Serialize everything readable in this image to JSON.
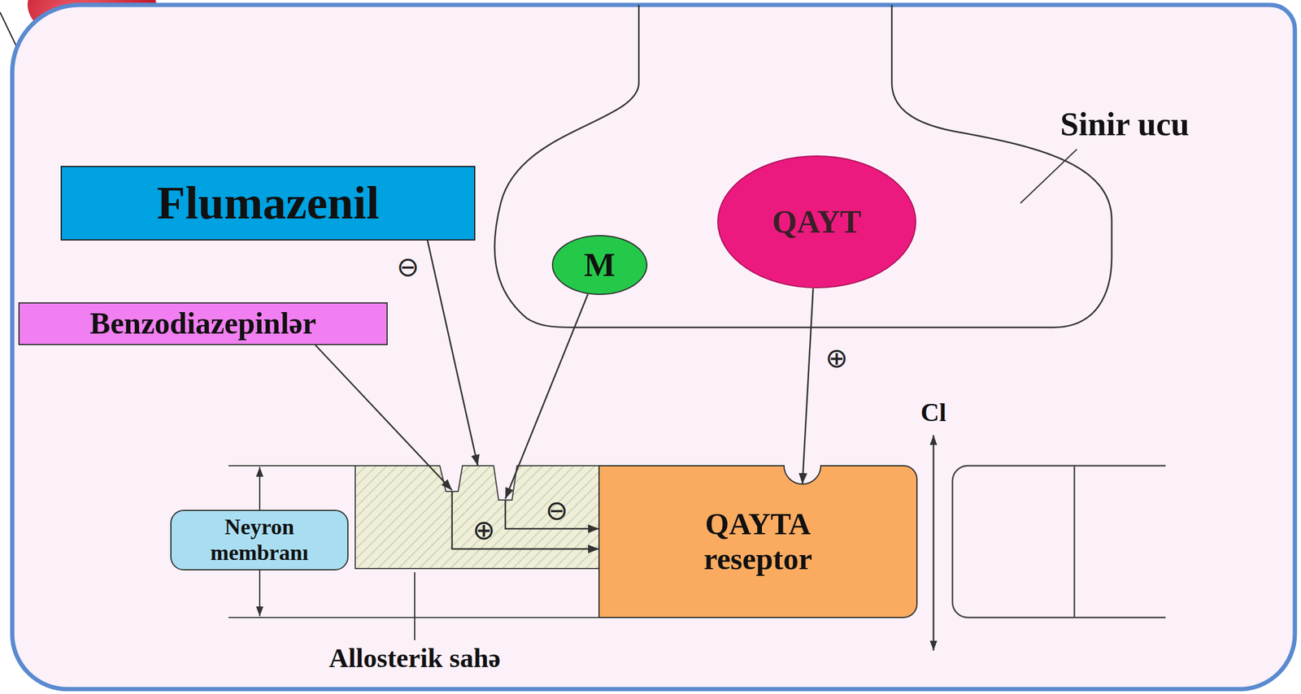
{
  "diagram": {
    "nodes": [
      {
        "text": [
          "Sinir ucu"
        ]
      },
      {
        "text": [
          "QAYT"
        ],
        "in": 0
      },
      {
        "text": [
          "M"
        ],
        "in": 0
      },
      {
        "text": [
          "Flumazenil"
        ]
      },
      {
        "text": [
          "Benzodiazepinlər"
        ]
      },
      {
        "text": [
          "Allosterik sahə"
        ]
      },
      {
        "text": [
          "QAYTA reseptor"
        ]
      },
      {
        "text": [
          "Neyron membranı"
        ]
      }
    ],
    "edges": [
      {
        "from": 3,
        "to": 5,
        "arrow": "to",
        "label": "⊖"
      },
      {
        "from": 4,
        "to": 5,
        "arrow": "to"
      },
      {
        "from": 2,
        "to": 5,
        "arrow": "to"
      },
      {
        "from": 1,
        "to": 6,
        "arrow": "to",
        "label": "⊕"
      },
      {
        "from": 5,
        "to": 6,
        "arrow": "to",
        "label": "⊖"
      },
      {
        "from": 5,
        "to": 6,
        "arrow": "to",
        "label": "⊕"
      }
    ],
    "labels": [
      "Cl"
    ]
  }
}
